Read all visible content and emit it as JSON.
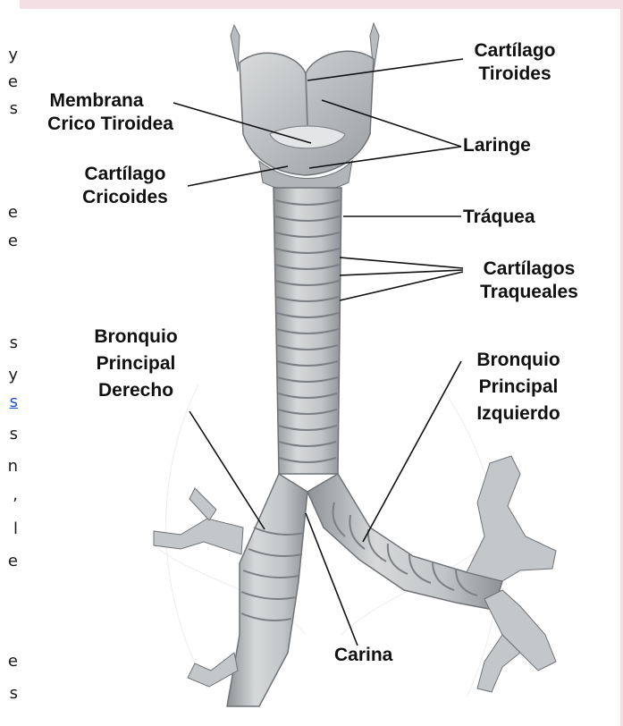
{
  "edge_text": [
    {
      "ch": "y",
      "link": false
    },
    {
      "ch": "e",
      "link": false
    },
    {
      "ch": "s",
      "link": false
    },
    {
      "ch": "e",
      "link": false
    },
    {
      "ch": "e",
      "link": false
    },
    {
      "ch": "s",
      "link": false
    },
    {
      "ch": "y",
      "link": false
    },
    {
      "ch": "s",
      "link": true
    },
    {
      "ch": "s",
      "link": false
    },
    {
      "ch": "n",
      "link": false
    },
    {
      "ch": ",",
      "link": false
    },
    {
      "ch": "l",
      "link": false
    },
    {
      "ch": "e",
      "link": false
    },
    {
      "ch": "e",
      "link": false
    },
    {
      "ch": "s",
      "link": false
    }
  ],
  "labels": {
    "cartilago_tiroides": [
      "Cartílago",
      "Tiroides"
    ],
    "membrana_crico_tiroidea": [
      "Membrana",
      "Crico Tiroidea"
    ],
    "laringe": "Laringe",
    "cartilago_cricoides": [
      "Cartílago",
      "Cricoides"
    ],
    "traquea": "Tráquea",
    "cartilagos_traqueales": [
      "Cartílagos",
      "Traqueales"
    ],
    "bronquio_principal_derecho": [
      "Bronquio",
      "Principal",
      "Derecho"
    ],
    "bronquio_principal_izquierdo": [
      "Bronquio",
      "Principal",
      "Izquierdo"
    ],
    "carina": "Carina"
  },
  "colors": {
    "background": "#f3dfe4",
    "figure_background": "#ffffff",
    "organ_fill": "#c9ccce",
    "organ_shadow": "#8e9296",
    "leader_line": "#111111",
    "link_text": "#1a4fd6"
  }
}
